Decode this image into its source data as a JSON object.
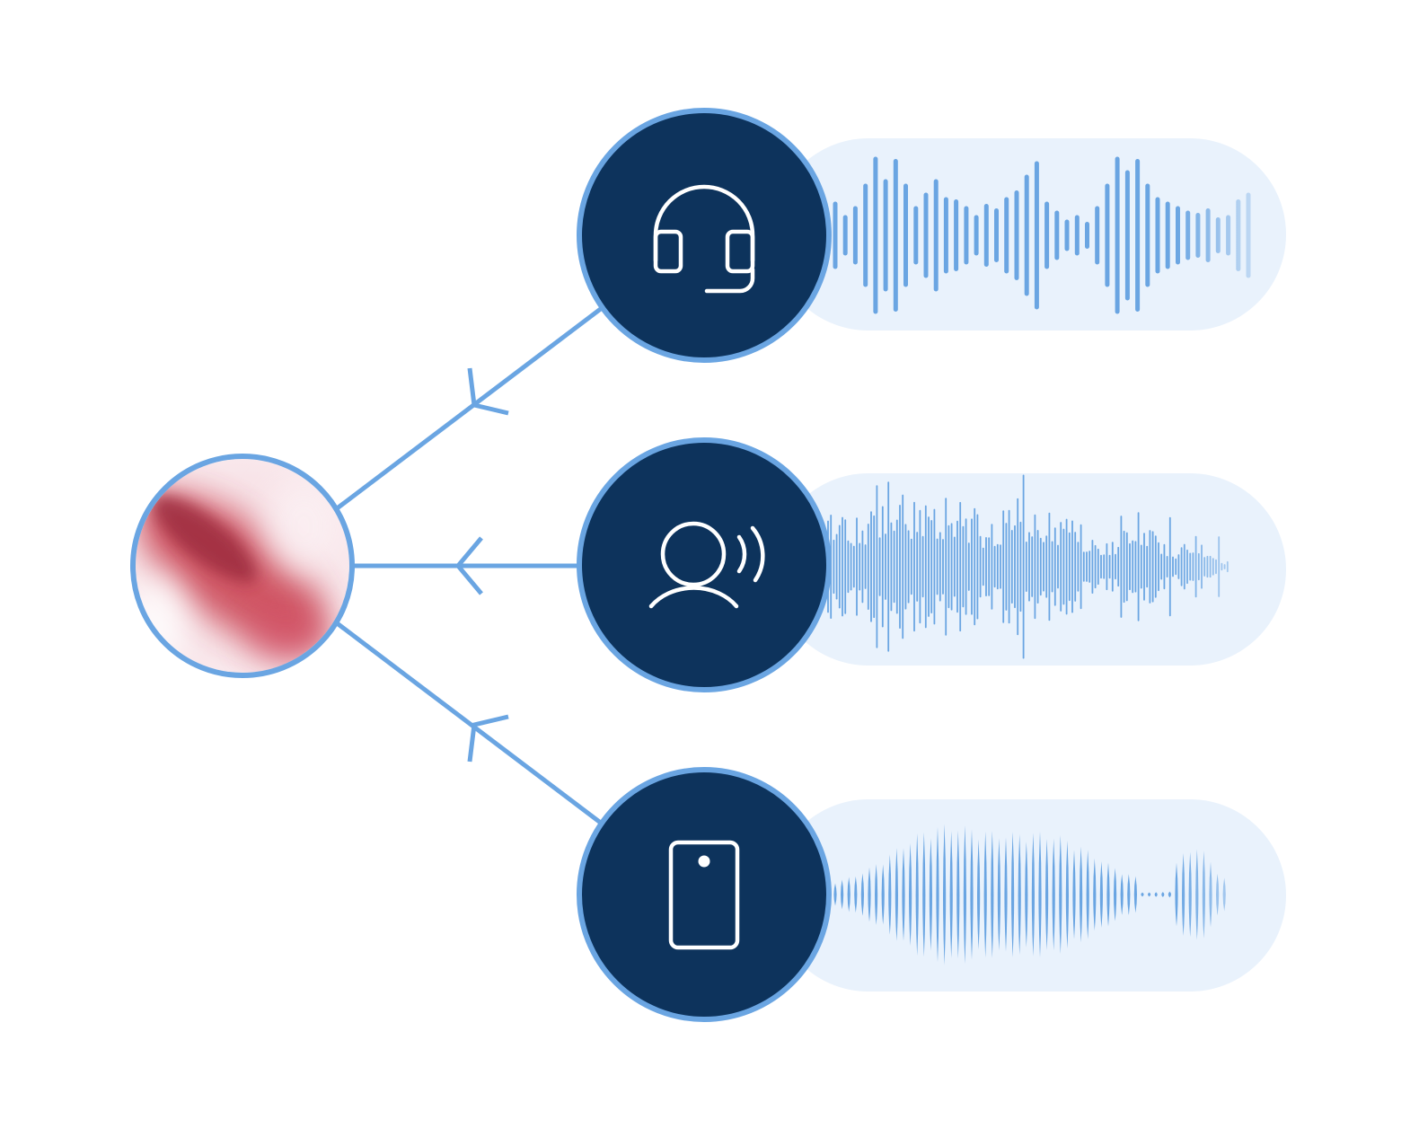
{
  "colors": {
    "background": "#ffffff",
    "accent_blue": "#6aa5e2",
    "node_navy": "#0d335c",
    "pill_fill": "#e9f2fc",
    "icon_stroke": "#ffffff",
    "orb_red": "#c7344f",
    "orb_light": "#f6dde3"
  },
  "hub": {
    "icon": "gradient-orb"
  },
  "sources": [
    {
      "id": "headset",
      "icon": "headset-icon",
      "waveform_style": "bars"
    },
    {
      "id": "voice",
      "icon": "person-speaking-icon",
      "waveform_style": "dense"
    },
    {
      "id": "phone",
      "icon": "mobile-phone-icon",
      "waveform_style": "lens"
    }
  ],
  "connection_direction": "toward-hub"
}
